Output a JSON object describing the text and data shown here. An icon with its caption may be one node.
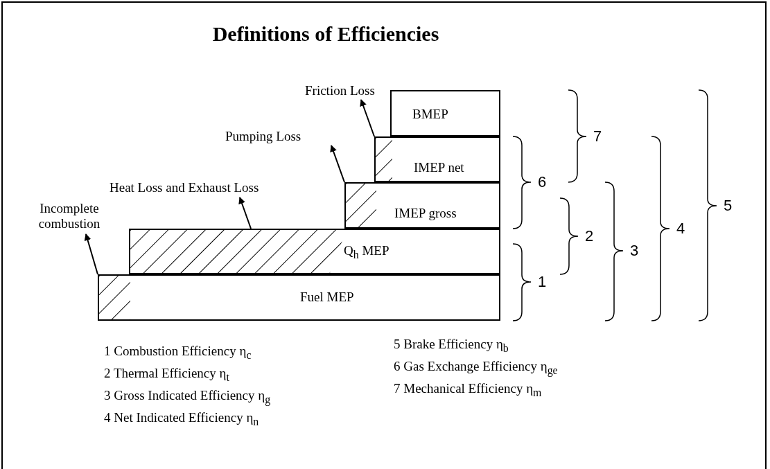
{
  "diagram": {
    "title": "Definitions of Efficiencies",
    "nodes": [
      {
        "text": [
          "Fuel MEP"
        ]
      },
      {
        "text": [
          "Q$_{h}$ MEP"
        ]
      },
      {
        "text": [
          "IMEP gross"
        ]
      },
      {
        "text": [
          "IMEP net"
        ]
      },
      {
        "text": [
          "BMEP"
        ]
      },
      {
        "text": [],
        "shape": "box",
        "in": 0
      },
      {
        "text": [],
        "shape": "box",
        "in": 1
      },
      {
        "text": [],
        "shape": "box",
        "in": 2
      },
      {
        "text": [],
        "shape": "box",
        "in": 3
      },
      {
        "text": [
          "Incomplete combustion"
        ]
      },
      {
        "text": [
          "Heat Loss and Exhaust Loss"
        ]
      },
      {
        "text": [
          "Pumping Loss"
        ]
      },
      {
        "text": [
          "Friction Loss"
        ]
      }
    ],
    "edges": [
      {
        "from": 5,
        "to": 9,
        "arrow": "to"
      },
      {
        "from": 6,
        "to": 10,
        "arrow": "to"
      },
      {
        "from": 7,
        "to": 11,
        "arrow": "to"
      },
      {
        "from": 8,
        "to": 12,
        "arrow": "to"
      }
    ],
    "labels": [
      "7",
      "6",
      "5",
      "2",
      "4",
      "3",
      "1",
      "1 Combustion Efficiency η$_{c}$",
      "2 Thermal Efficiency η$_{t}$",
      "3 Gross Indicated Efficiency η$_{g}$",
      "4 Net Indicated Efficiency η$_{n}$",
      "5 Brake Efficiency η$_{b}$",
      "6 Gas Exchange Efficiency η$_{ge}$",
      "7 Mechanical Efficiency η$_{m}$"
    ]
  }
}
